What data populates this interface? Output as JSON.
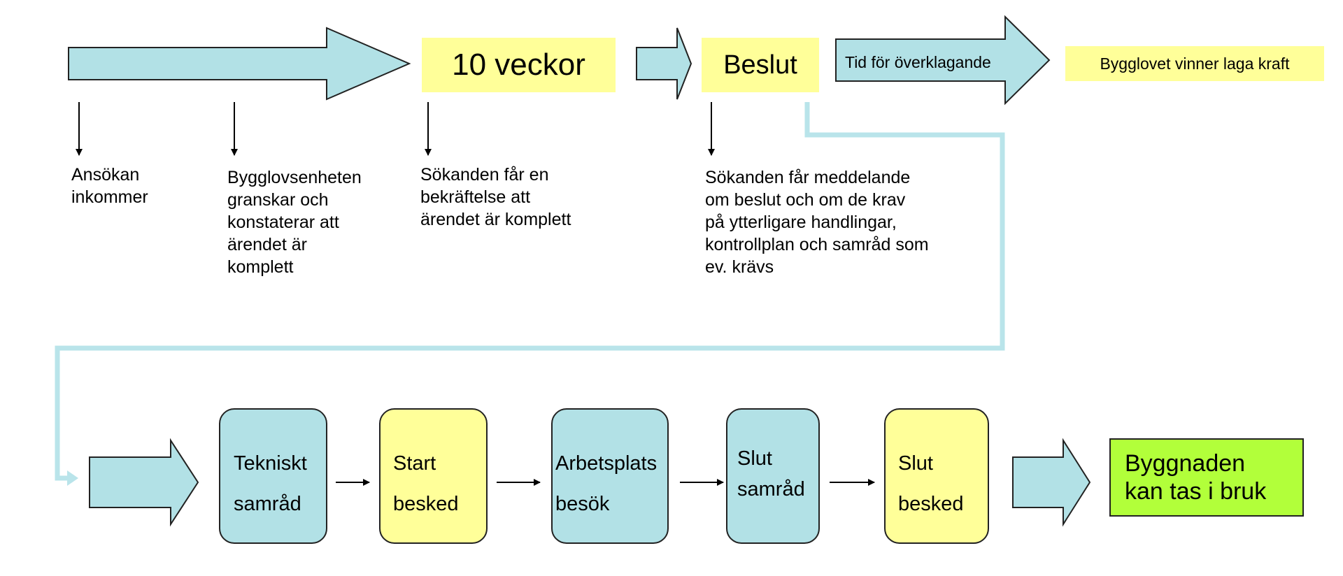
{
  "top": {
    "weeks_label": "10 veckor",
    "decision_label": "Beslut",
    "appeal_label": "Tid för överklagande",
    "legal_force_label": "Bygglovet vinner laga kraft"
  },
  "notes": {
    "application": [
      "Ansökan",
      "inkommer"
    ],
    "review": [
      "Bygglovsenheten",
      "granskar och",
      "konstaterar att",
      "ärendet är",
      "komplett"
    ],
    "confirmation": [
      "Sökanden får en",
      "bekräftelse att",
      "ärendet är komplett"
    ],
    "decision_info": [
      "Sökanden får meddelande",
      "om beslut och om de krav",
      "på ytterligare handlingar,",
      "kontrollplan och samråd som",
      "ev. krävs"
    ]
  },
  "steps": [
    {
      "lines": [
        "Tekniskt",
        "samråd"
      ],
      "color": "#b2e1e6"
    },
    {
      "lines": [
        "Start",
        "besked"
      ],
      "color": "#ffff99"
    },
    {
      "lines": [
        "Arbetsplats",
        "besök"
      ],
      "color": "#b2e1e6"
    },
    {
      "lines": [
        "Slut",
        "samråd"
      ],
      "color": "#b2e1e6"
    },
    {
      "lines": [
        "Slut",
        "besked"
      ],
      "color": "#ffff99"
    }
  ],
  "final": {
    "lines": [
      "Byggnaden",
      "kan tas i bruk"
    ],
    "color": "#b2ff3a"
  },
  "colors": {
    "arrow_fill": "#b2e1e6",
    "yellow_box": "#ffff99",
    "connector": "#b9e4ea"
  }
}
